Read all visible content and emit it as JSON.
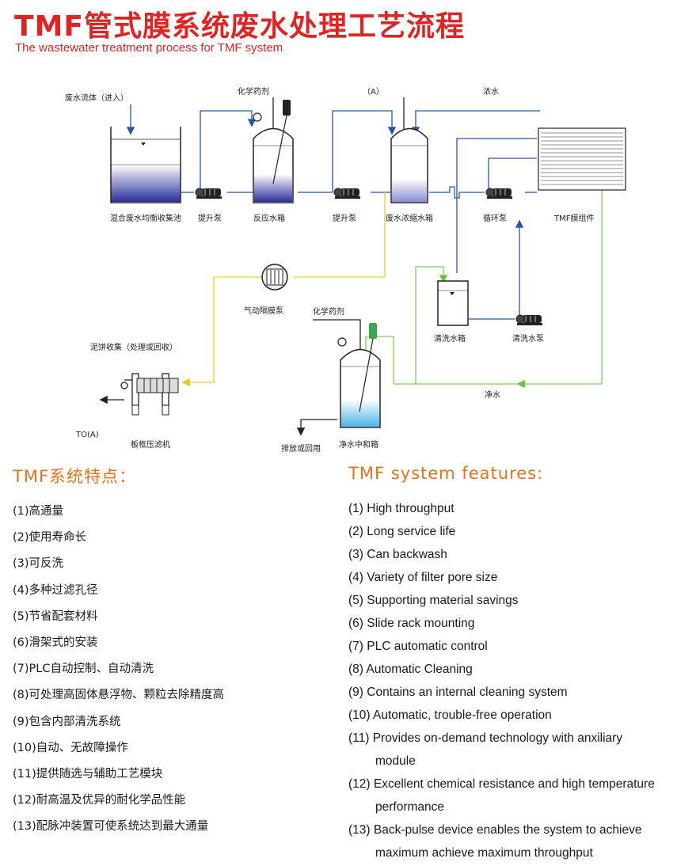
{
  "header": {
    "title_cn": "TMF管式膜系统废水处理工艺流程",
    "title_en": "The wastewater treatment process for TMF system"
  },
  "diagram": {
    "labels": {
      "inflow": "废水流体（进入）",
      "chem1": "化学药剂",
      "a_in": "（A）",
      "concentrate": "浓水",
      "equalization_tank": "混合废水均衡收集池",
      "lift_pump1": "提升泵",
      "reaction_tank": "反应水箱",
      "lift_pump2": "提升泵",
      "concentrate_tank": "废水浓缩水箱",
      "circulation_pump": "循环泵",
      "membrane": "TMF膜组件",
      "diaphragm_pump": "气动隔膜泵",
      "chem2": "化学药剂",
      "cleaning_tank": "清洗水箱",
      "cleaning_pump": "清洗水泵",
      "sludge": "泥饼收集（处理或回收）",
      "clean_water": "净水",
      "to_a": "TO(A)",
      "filter_press": "板框压滤机",
      "discharge": "排放或回用",
      "neutral_tank": "净水中和箱"
    },
    "colors": {
      "pipe_blue": "#2a55b0",
      "pipe_yellow": "#f0d020",
      "pipe_green": "#7ecf5a",
      "pipe_black": "#222222",
      "tank_fill_dark": "#2a2f9a",
      "tank_fill_light": "#6ec6ee"
    }
  },
  "features_cn": {
    "heading": "TMF系统特点：",
    "items": [
      "(1)高通量",
      "(2)使用寿命长",
      "(3)可反洗",
      "(4)多种过滤孔径",
      "(5)节省配套材料",
      "(6)滑架式的安装",
      "(7)PLC自动控制、自动清洗",
      "(8)可处理高固体悬浮物、颗粒去除精度高",
      "(9)包含内部清洗系统",
      "(10)自动、无故障操作",
      "(11)提供随选与辅助工艺模块",
      "(12)耐高温及优异的耐化学品性能",
      "(13)配脉冲装置可使系统达到最大通量"
    ]
  },
  "features_en": {
    "heading": "TMF system features:",
    "items": [
      "(1) High throughput",
      "(2) Long service life",
      "(3) Can backwash",
      "(4) Variety of filter pore size",
      "(5) Supporting material savings",
      "(6) Slide rack mounting",
      "(7) PLC automatic control",
      "(8) Automatic Cleaning",
      "(9) Contains an internal cleaning system",
      "(10) Automatic, trouble-free operation",
      "(11) Provides on-demand technology with anxiliary",
      "module",
      "(12) Excellent chemical resistance and high  temperature",
      "performance",
      "(13) Back-pulse device enables the system to achieve",
      "maximum achieve maximum throughput"
    ]
  }
}
